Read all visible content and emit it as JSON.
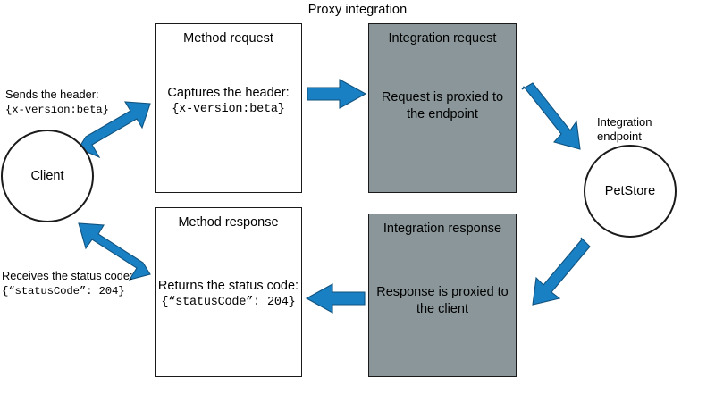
{
  "diagram": {
    "title": "Proxy integration",
    "type": "flow-diagram",
    "accent_color": "#1a80c4",
    "shaded_fill": "#8a9699",
    "outline_color": "#1a1a1a",
    "background": "#ffffff"
  },
  "client": {
    "label": "Client",
    "request_note_line1": "Sends the header:",
    "request_note_line2": "{x-version:beta}",
    "response_note_line1": "Receives the status code:",
    "response_note_line2": "{“statusCode”: 204}"
  },
  "endpoint": {
    "caption_line1": "Integration",
    "caption_line2": "endpoint",
    "label": "PetStore"
  },
  "boxes": {
    "method_request": {
      "title": "Method request",
      "body_line1": "Captures the header:",
      "body_line2": "{x-version:beta}",
      "shaded": false
    },
    "integration_request": {
      "title": "Integration request",
      "body_line1": "Request is proxied to",
      "body_line2": "the endpoint",
      "shaded": true
    },
    "method_response": {
      "title": "Method response",
      "body_line1": "Returns the status code:",
      "body_line2": "{“statusCode”: 204}",
      "shaded": false
    },
    "integration_response": {
      "title": "Integration response",
      "body_line1": "Response is proxied to",
      "body_line2": "the client",
      "shaded": true
    }
  },
  "arrows": [
    {
      "name": "client-to-method-request",
      "direction": "up-right"
    },
    {
      "name": "method-request-to-integration-request",
      "direction": "right"
    },
    {
      "name": "integration-request-to-endpoint",
      "direction": "down-right"
    },
    {
      "name": "endpoint-to-integration-response",
      "direction": "down-left"
    },
    {
      "name": "integration-response-to-method-response",
      "direction": "left"
    },
    {
      "name": "method-response-to-client",
      "direction": "up-left"
    }
  ]
}
